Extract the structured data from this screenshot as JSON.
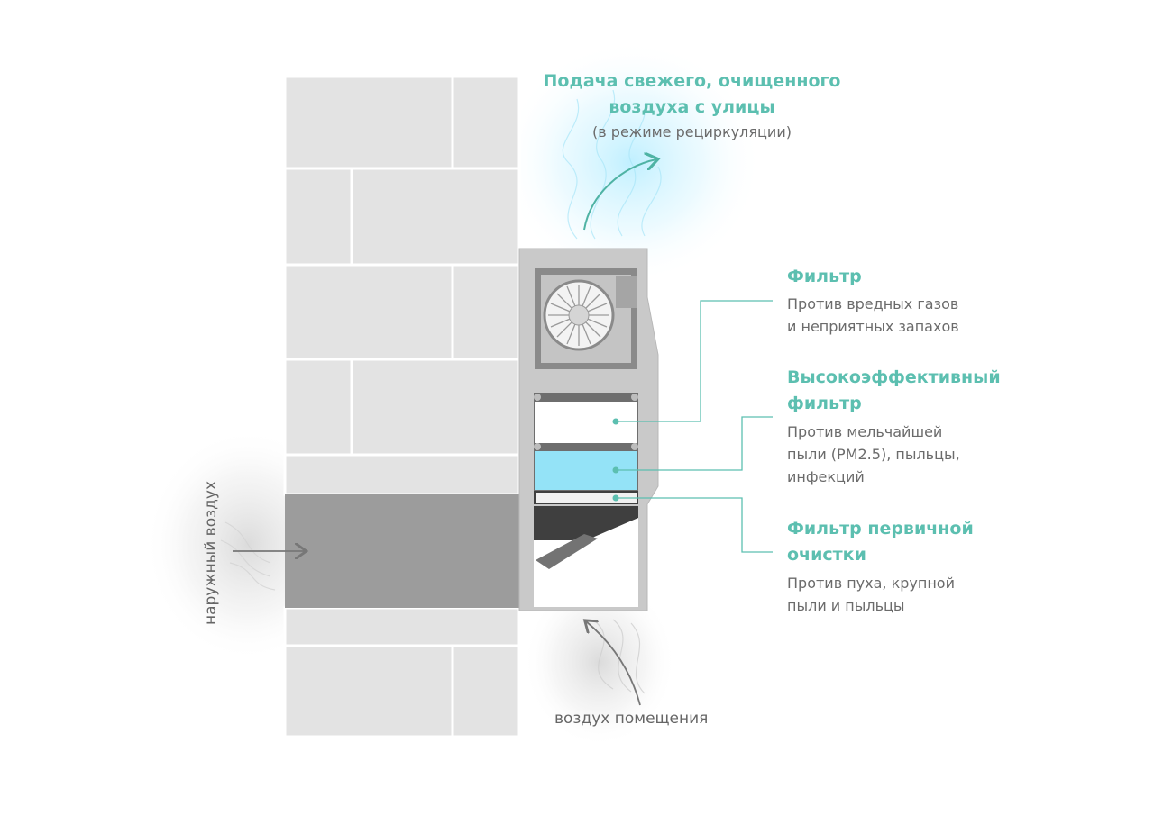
{
  "supply": {
    "title": "Подача свежего, очищенного\nвоздуха с улицы",
    "note": "(в режиме рециркуляции)"
  },
  "filters": [
    {
      "title": "Фильтр",
      "desc": "Против вредных газов\nи неприятных запахов"
    },
    {
      "title": "Высокоэффективный\nфильтр",
      "desc": "Против мельчайшей\nпыли (PM2.5), пыльцы,\nинфекций"
    },
    {
      "title": "Фильтр первичной\nочистки",
      "desc": "Против пуха, крупной\nпыли и пыльцы"
    }
  ],
  "labels": {
    "outdoor_air": "наружный воздух",
    "room_air": "воздух помещения"
  },
  "colors": {
    "accent": "#5cbfb0",
    "hepa": "#94e3f7",
    "wall": "#e3e3e3",
    "duct": "#9c9c9c",
    "unit": "#c8c8c8"
  }
}
